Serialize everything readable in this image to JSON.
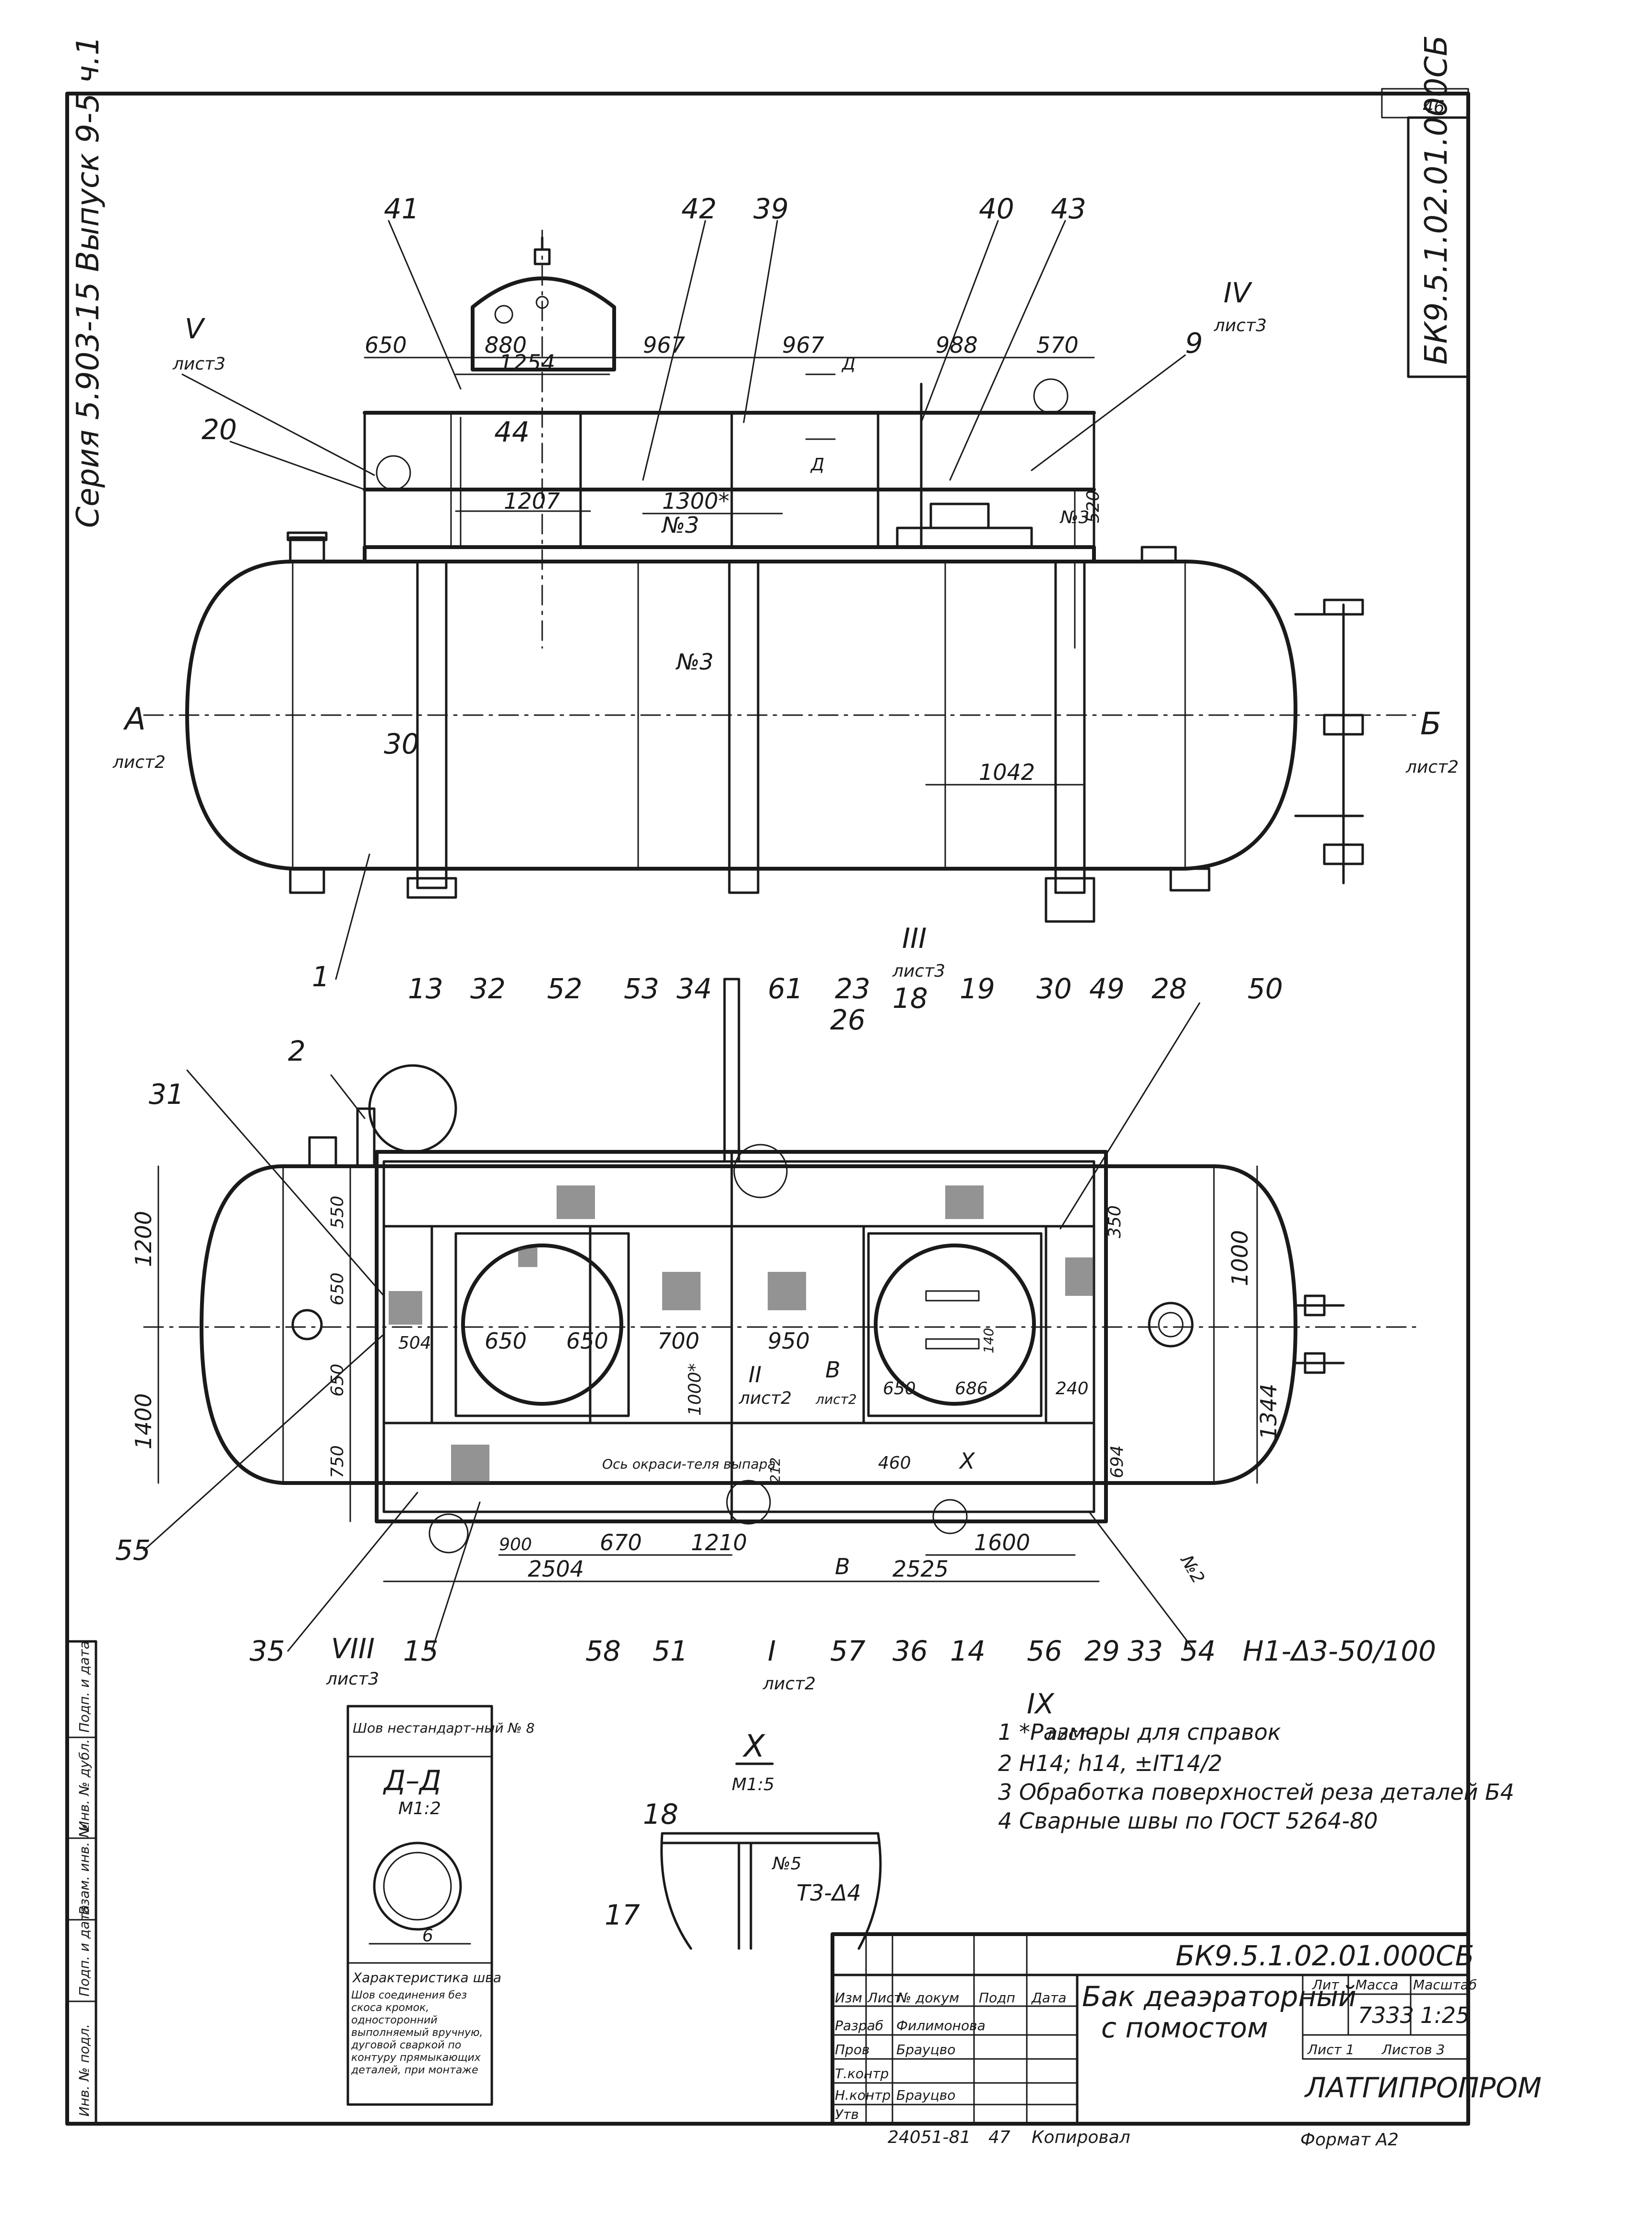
{
  "sheet": {
    "page_number": "46",
    "doc_code_vertical": "БК9.5.1.02.01.000СБ",
    "series_text": "Серия  5.903-15  Выпуск 9-5 ч.1"
  },
  "callouts_top": {
    "c41": "41",
    "c42": "42",
    "c39": "39",
    "c40": "40",
    "c43": "43",
    "c9": "9",
    "c20": "20",
    "c44": "44",
    "c30": "30",
    "c1": "1",
    "sec_iv": "IV",
    "sec_iv_sheet": "лист3",
    "sec_v": "V",
    "sec_v_sheet": "лист3",
    "sec_a": "А",
    "sec_a_sheet": "лист2",
    "sec_b": "Б",
    "sec_b_sheet": "лист2",
    "sec_d1": "Д",
    "sec_d2": "Д"
  },
  "dims_top": {
    "d650": "650",
    "d880": "880",
    "d967a": "967",
    "d967b": "967",
    "d988": "988",
    "d570": "570",
    "d1254": "1254",
    "d1207": "1207",
    "d1300": "1300*",
    "n3a": "№3",
    "n3b": "№3",
    "n3c": "№3",
    "d520": "520",
    "d1042": "1042"
  },
  "callouts_plan": {
    "c2": "2",
    "c31": "31",
    "c13": "13",
    "c32": "32",
    "c52": "52",
    "c53": "53",
    "c34": "34",
    "c61": "61",
    "c23": "23",
    "c26": "26",
    "c18": "18",
    "c19": "19",
    "c30": "30",
    "c49": "49",
    "c28": "28",
    "c50": "50",
    "c55": "55",
    "c35": "35",
    "c15": "15",
    "c58": "58",
    "c51": "51",
    "c57": "57",
    "c36": "36",
    "c14": "14",
    "c56": "56",
    "c29": "29",
    "c33": "33",
    "c54": "54",
    "weld": "Н1-Δ3-50/100",
    "sec_iii": "III",
    "sec_iii_sheet": "лист3",
    "sec_viii": "VIII",
    "sec_viii_sheet": "лист3",
    "sec_i": "I",
    "sec_i_sheet": "лист2",
    "sec_ix": "IX",
    "sec_ix_sheet": "лист3",
    "sec_ii": "II",
    "sec_ii_sheet": "лист2",
    "sec_x": "X",
    "sec_v1": "В",
    "sec_v2": "В",
    "sec_v_sheet": "лист2"
  },
  "dims_plan": {
    "d1200": "1200",
    "d1400": "1400",
    "d550": "550",
    "d650a": "650",
    "d650b": "650",
    "d750": "750",
    "d504": "504",
    "d650c": "650",
    "d650d": "650",
    "d700": "700",
    "d950": "950",
    "d1000": "1000*",
    "d650e": "650",
    "d686": "686",
    "d140": "140",
    "d240": "240",
    "d350": "350",
    "d1000b": "1000",
    "d1344": "1344",
    "d694": "694",
    "d460": "460",
    "d212": "212",
    "d900": "900",
    "d670": "670",
    "d1210": "1210",
    "d1600": "1600",
    "d2504": "2504",
    "d2525": "2525",
    "n2": "№2",
    "axis_note": "Ось окраси-теля выпара"
  },
  "weld_detail": {
    "title": "Шов нестандарт-ный № 8",
    "section": "Д–Д",
    "scale": "М1:2",
    "dim6": "6",
    "char_title": "Характеристика шва",
    "char_text": "Шов соединения без скоса кромок, односторонний выполняемый вручную, дуговой сваркой по контуру прямыкающих деталей, при монтаже"
  },
  "detail_x": {
    "title": "X",
    "scale": "М1:5",
    "c18": "18",
    "c17": "17",
    "n5": "№5",
    "weld": "Т3-Δ4"
  },
  "notes": [
    "1  *Размеры для справок",
    "2  Н14;  h14,  ±IT14/2",
    "3  Обработка поверхностей реза деталей Б4",
    "4  Сварные швы по ГОСТ 5264-80"
  ],
  "title_block": {
    "code": "БК9.5.1.02.01.000СБ",
    "name_line1": "Бак деаэраторный",
    "name_line2": "с помостом",
    "h_izm": "Изм",
    "h_list": "Лист",
    "h_doc": "№ докум",
    "h_sign": "Подп",
    "h_date": "Дата",
    "r_razrab": "Разраб",
    "n_razrab": "Филимонова",
    "r_prov": "Пров",
    "n_prov": "Брауцво",
    "r_tkontr": "Т.контр",
    "r_nkontr": "Н.контр",
    "n_nkontr": "Брауцво",
    "r_utv": "Утв",
    "lit": "Лит",
    "massa": "Масса",
    "masshtab": "Масштаб",
    "mass_val": "7333",
    "scale_val": "1:25",
    "list_label": "Лист 1",
    "listov_label": "Листов 3",
    "org": "ЛАТГИПРОПРОМ",
    "bottom_num": "24051-81",
    "bottom_47": "47",
    "copied": "Копировал",
    "format": "Формат А2"
  },
  "side_stamp": {
    "a": "Инв. № подл.",
    "b": "Подп. и дата",
    "c": "Взам. инв. №",
    "d": "Инв. № дубл.",
    "e": "Подп. и дата"
  }
}
